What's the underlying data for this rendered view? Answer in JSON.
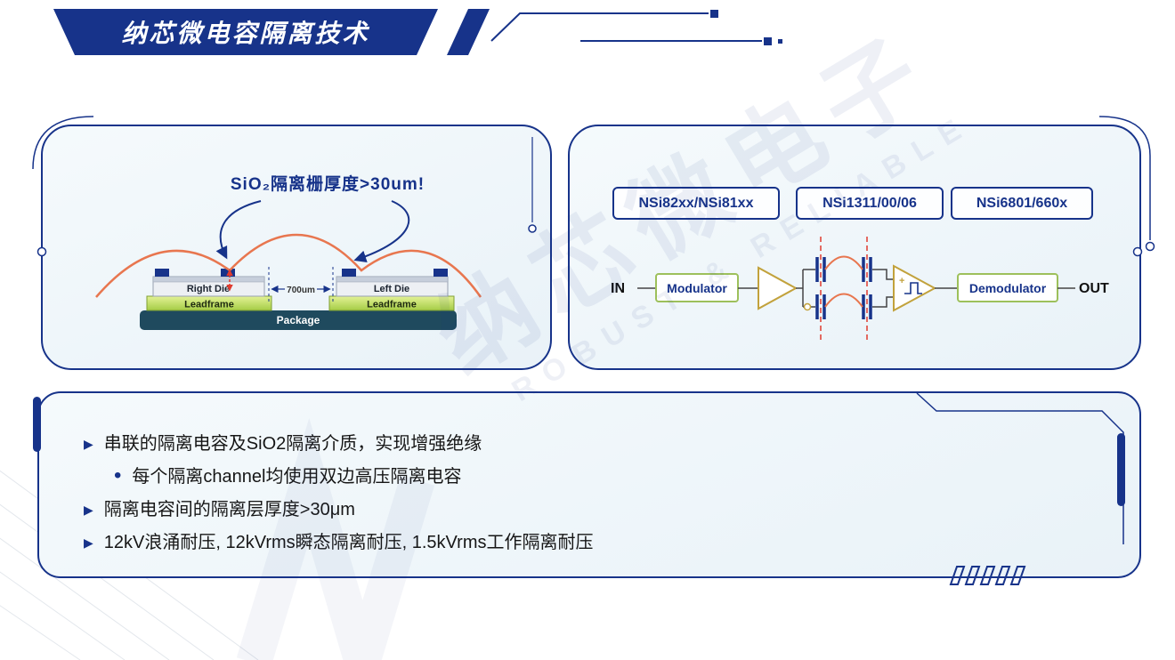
{
  "header": {
    "title": "纳芯微电容隔离技术"
  },
  "watermark": {
    "brand": "纳芯微电子",
    "tagline": "ROBUST & RELIABLE"
  },
  "markers": {
    "arrow": "▶",
    "dot": "•"
  },
  "die_panel": {
    "title": "SiO₂隔离栅厚度>30um!",
    "gap_label": "700um",
    "left_die_label": "Right Die",
    "right_die_label": "Left Die",
    "leadframe_label": "Leadframe",
    "package_label": "Package"
  },
  "circuit_panel": {
    "badges": [
      "NSi82xx/NSi81xx",
      "NSi1311/00/06",
      "NSi6801/660x"
    ],
    "input_label": "IN",
    "modulator_label": "Modulator",
    "comparator_plus": "+",
    "demodulator_label": "Demodulator",
    "output_label": "OUT"
  },
  "bullets": [
    "串联的隔离电容及SiO2隔离介质，实现增强绝缘",
    "每个隔离channel均使用双边高压隔离电容",
    "隔离电容间的隔离层厚度>30μm",
    "12kV浪涌耐压, 12kVrms瞬态隔离耐压, 1.5kVrms工作隔离耐压"
  ],
  "colors": {
    "navy": "#17338a",
    "orange": "#e8764f",
    "red": "#e03b2f",
    "olive": "#c2a23c",
    "green": "#9dc05b",
    "leadframe": "#a5cc45",
    "package": "#1f4a5e",
    "panel_fill": "#edf4f9"
  }
}
